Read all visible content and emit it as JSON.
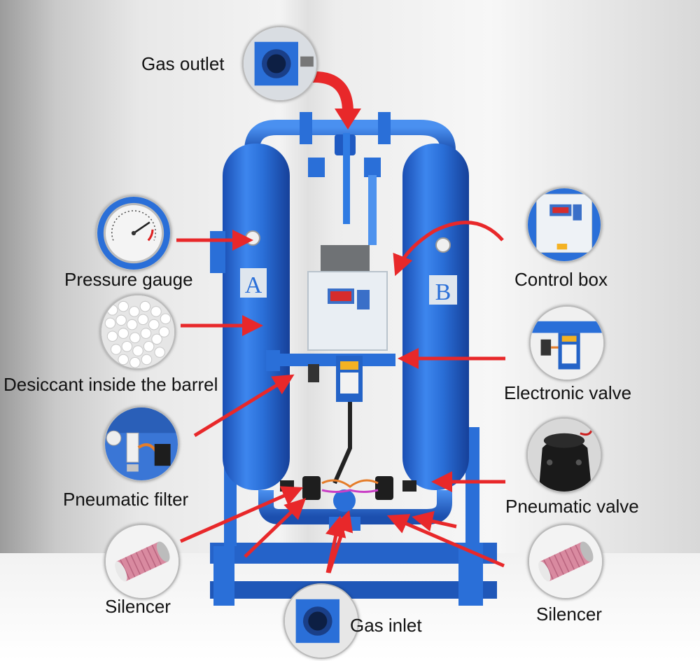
{
  "labels": {
    "gas_outlet": "Gas outlet",
    "pressure_gauge": "Pressure gauge",
    "desiccant": "Desiccant inside the barrel",
    "pneumatic_filter": "Pneumatic filter",
    "silencer_left": "Silencer",
    "gas_inlet": "Gas inlet",
    "control_box": "Control box",
    "electronic_valve": "Electronic valve",
    "pneumatic_valve": "Pneumatic valve",
    "silencer_right": "Silencer"
  },
  "tanks": {
    "left": "A",
    "right": "B"
  },
  "colors": {
    "machine_blue": "#2a6fd8",
    "machine_blue_dark": "#1c4fae",
    "arrow_red": "#e8282a",
    "control_box": "#e9eef3",
    "silencer_pink": "#d98aa0"
  }
}
